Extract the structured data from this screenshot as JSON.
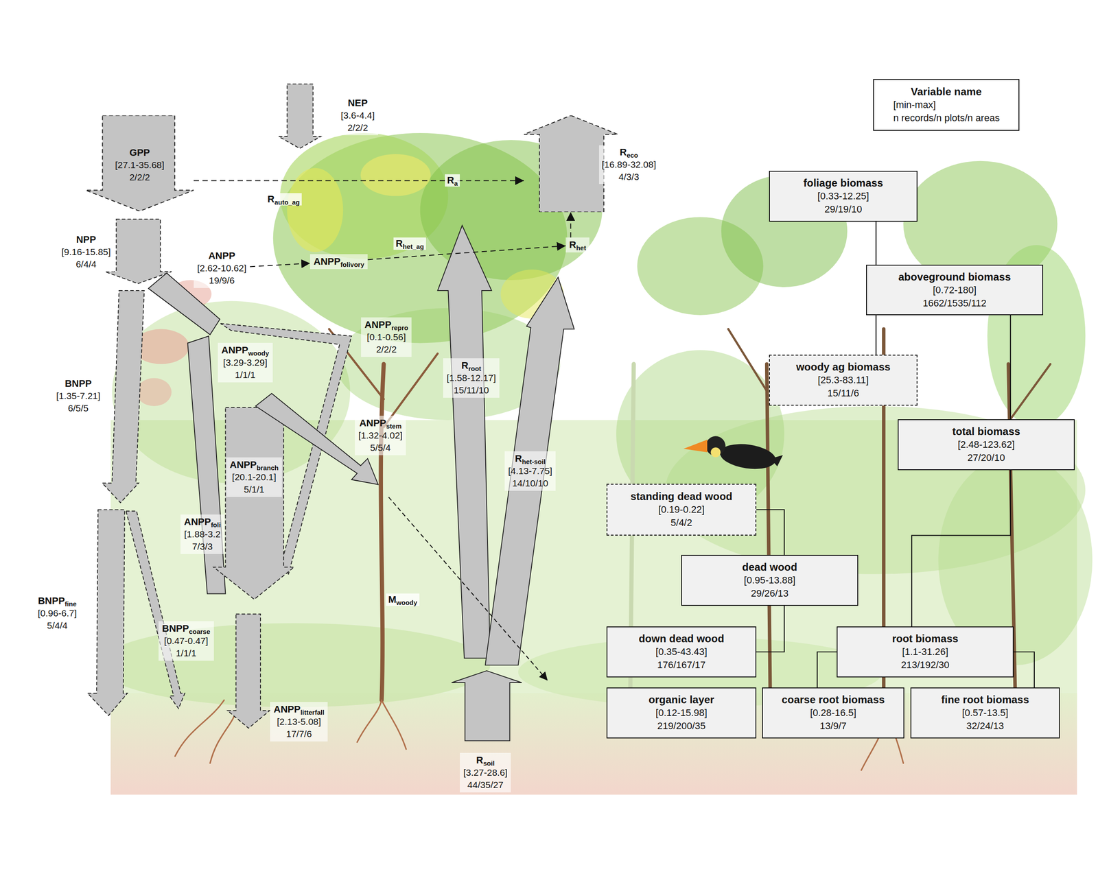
{
  "diagram": {
    "nodes": [
      {
        "text": [
          "GPP",
          "[27.1-35.68]",
          "2/2/2"
        ]
      },
      {
        "text": [
          "NEP",
          "[3.6-4.4]",
          "2/2/2"
        ]
      },
      {
        "text": [
          "R",
          "eco",
          "[16.89-32.08]",
          "4/3/3"
        ]
      },
      {
        "text": [
          "NPP",
          "[9.16-15.85]",
          "6/4/4"
        ]
      },
      {
        "text": [
          "ANPP",
          "[2.62-10.62]",
          "19/9/6"
        ]
      },
      {
        "text": [
          "ANPP",
          "folivory"
        ]
      },
      {
        "text": [
          "R",
          "het"
        ]
      },
      {
        "text": [
          "ANPP",
          "repro",
          "[0.1-0.56]",
          "2/2/2"
        ]
      },
      {
        "text": [
          "ANPP",
          "woody",
          "[3.29-3.29]",
          "1/1/1"
        ]
      },
      {
        "text": [
          "BNPP",
          "[1.35-7.21]",
          "6/5/5"
        ]
      },
      {
        "text": [
          "R",
          "root",
          "[1.58-12.17]",
          "15/11/10"
        ]
      },
      {
        "text": [
          "ANPP",
          "stem",
          "[1.32-4.02]",
          "5/5/4"
        ]
      },
      {
        "text": [
          "ANPP",
          "branch",
          "[20.1-20.1]",
          "5/1/1"
        ]
      },
      {
        "text": [
          "R",
          "het-soil",
          "[4.13-7.75]",
          "14/10/10"
        ]
      },
      {
        "text": [
          "ANPP",
          "foli",
          "[1.88-3.2",
          "7/3/3"
        ]
      },
      {
        "text": [
          "BNPP",
          "fine",
          "[0.96-6.7]",
          "5/4/4"
        ]
      },
      {
        "text": [
          "BNPP",
          "coarse",
          "[0.47-0.47]",
          "1/1/1"
        ]
      },
      {
        "text": [
          "ANPP",
          "litterfall",
          "[2.13-5.08]",
          "17/7/6"
        ]
      },
      {
        "text": [
          "R",
          "soil",
          "[3.27-28.6]",
          "44/35/27"
        ]
      },
      {
        "text": [
          "Variable name",
          "[min-max]",
          "n records/n plots/n areas"
        ]
      },
      {
        "text": [
          "foliage biomass",
          "[0.33-12.25]",
          "29/19/10"
        ]
      },
      {
        "text": [
          "aboveground biomass",
          "[0.72-180]",
          "1662/1535/112"
        ]
      },
      {
        "text": [
          "woody ag biomass",
          "[25.3-83.11]",
          "15/11/6"
        ]
      },
      {
        "text": [
          "total biomass",
          "[2.48-123.62]",
          "27/20/10"
        ]
      },
      {
        "text": [
          "standing dead wood",
          "[0.19-0.22]",
          "5/4/2"
        ]
      },
      {
        "text": [
          "dead wood",
          "[0.95-13.88]",
          "29/26/13"
        ]
      },
      {
        "text": [
          "down dead wood",
          "[0.35-43.43]",
          "176/167/17"
        ]
      },
      {
        "text": [
          "root biomass",
          "[1.1-31.26]",
          "213/192/30"
        ]
      },
      {
        "text": [
          "organic layer",
          "[0.12-15.98]",
          "219/200/35"
        ]
      },
      {
        "text": [
          "coarse root biomass",
          "[0.28-16.5]",
          "13/9/7"
        ]
      },
      {
        "text": [
          "fine root biomass",
          "[0.57-13.5]",
          "32/24/13"
        ]
      }
    ],
    "edges": [
      {
        "from": 0,
        "to": 2,
        "arrow": "to"
      },
      {
        "from": 4,
        "to": 5,
        "arrow": "to"
      },
      {
        "from": 5,
        "to": 6,
        "arrow": "to"
      },
      {
        "from": 6,
        "to": 2,
        "arrow": "to"
      },
      {
        "from": 20,
        "to": 21,
        "arrow": "none"
      },
      {
        "from": 21,
        "to": 22,
        "arrow": "none"
      },
      {
        "from": 21,
        "to": 23,
        "arrow": "none"
      },
      {
        "from": 23,
        "to": 27,
        "arrow": "none"
      },
      {
        "from": 24,
        "to": 25,
        "arrow": "none"
      },
      {
        "from": 25,
        "to": 26,
        "arrow": "none"
      },
      {
        "from": 27,
        "to": 29,
        "arrow": "none"
      },
      {
        "from": 27,
        "to": 30,
        "arrow": "none"
      }
    ],
    "labels": [
      "R",
      "auto_ag",
      "R",
      "a",
      "R",
      "het_ag",
      "M",
      "woody"
    ]
  }
}
